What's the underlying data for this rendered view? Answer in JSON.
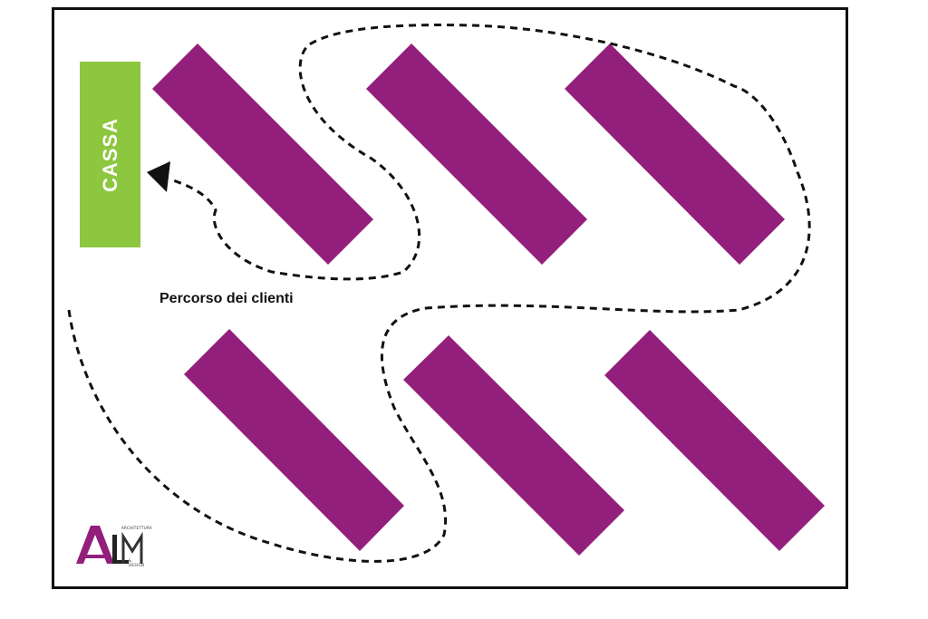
{
  "diagram": {
    "cashier_label": "CASSA",
    "path_label": "Percorso dei clienti",
    "logo": {
      "letters": "ALM",
      "line1": "ARCHITETTURA",
      "line2": "& DESIGN"
    },
    "colors": {
      "shelf": "#931f7c",
      "cashier": "#8dc63f",
      "path": "#111111",
      "frame": "#111111",
      "logo_accent": "#931f7c"
    },
    "shelves_count": 6,
    "icons": [
      "arrow-head-icon",
      "logo-icon"
    ]
  }
}
